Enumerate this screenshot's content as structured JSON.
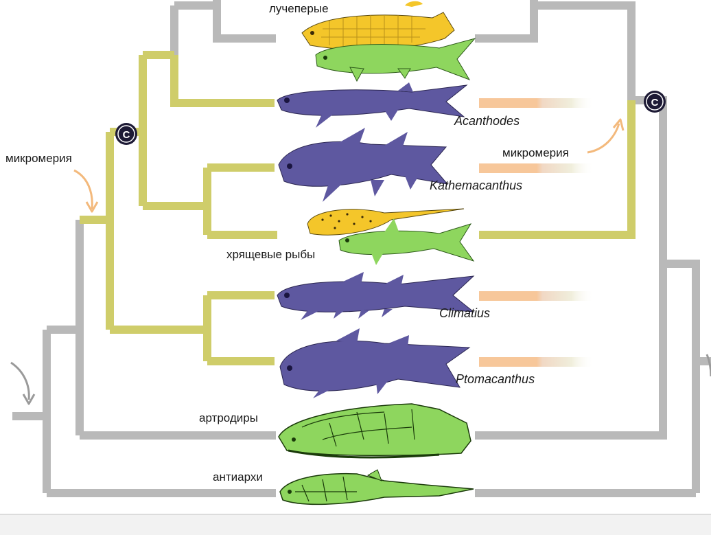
{
  "colors": {
    "gray_branch": "#b9b9b9",
    "olive_branch": "#cfcd6a",
    "purple_fish": "#5e58a0",
    "green_fish": "#8ed65e",
    "yellow_fish": "#f4c62a",
    "orange_arrow": "#f3b97c",
    "gray_arrow": "#9a9a9a",
    "node_bg": "#1d1a35",
    "bar_orange": "#f7c79a"
  },
  "node_marker": "C",
  "left_tree": {
    "arrow_label": "микромерия"
  },
  "right_tree": {
    "arrow_label": "микромерия"
  },
  "taxa": [
    {
      "id": "ray-finned",
      "label": "лучеперые",
      "italic": false,
      "fish_color": "yellow-green"
    },
    {
      "id": "acanthodes",
      "label": "Acanthodes",
      "italic": true,
      "fish_color": "purple"
    },
    {
      "id": "kathemacanthus",
      "label": "Kathemacanthus",
      "italic": true,
      "fish_color": "purple"
    },
    {
      "id": "cartilaginous",
      "label": "хрящевые рыбы",
      "italic": false,
      "fish_color": "yellow-green"
    },
    {
      "id": "climatius",
      "label": "Climatius",
      "italic": true,
      "fish_color": "purple"
    },
    {
      "id": "ptomacanthus",
      "label": "Ptomacanthus",
      "italic": true,
      "fish_color": "purple"
    },
    {
      "id": "arthrodires",
      "label": "артродиры",
      "italic": false,
      "fish_color": "green"
    },
    {
      "id": "antiarchs",
      "label": "антиархи",
      "italic": false,
      "fish_color": "green"
    }
  ],
  "icons": {
    "left_arrow": "curved-arrow-icon",
    "right_arrow": "curved-arrow-icon",
    "node": "node-c-icon"
  }
}
